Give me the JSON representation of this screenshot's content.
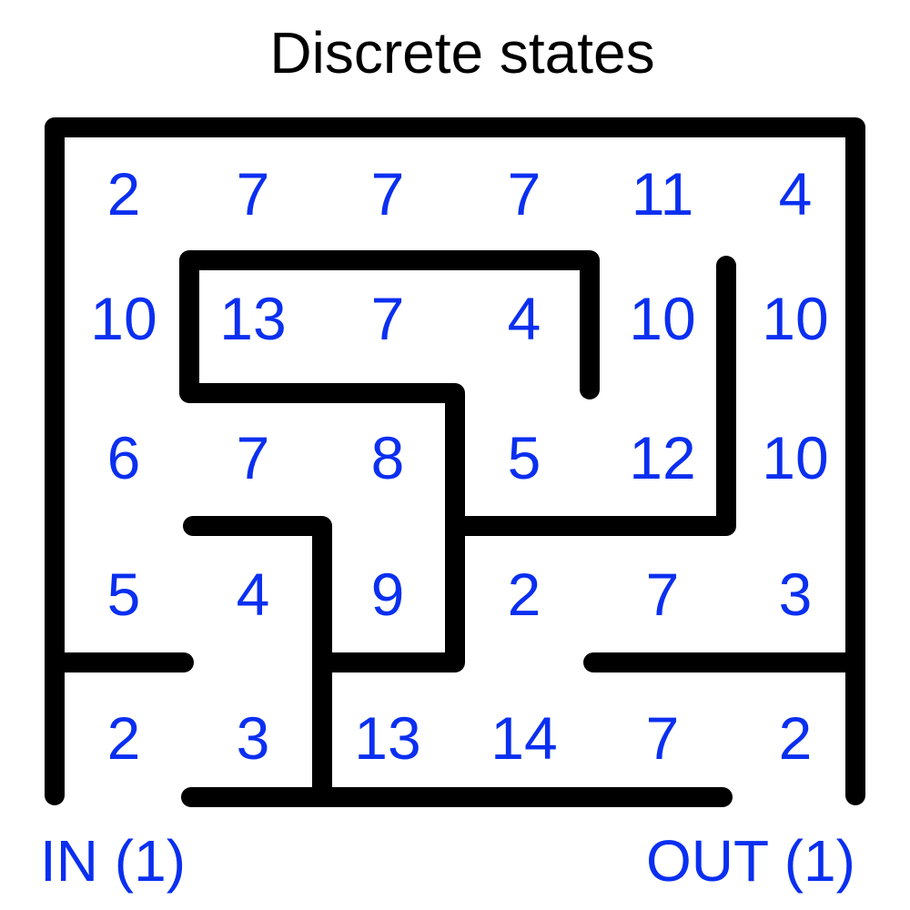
{
  "title": "Discrete states",
  "colors": {
    "title": "#000000",
    "walls": "#000000",
    "labels": "#0a2ff0"
  },
  "grid": {
    "rows": [
      [
        "2",
        "7",
        "7",
        "7",
        "11",
        "4"
      ],
      [
        "10",
        "13",
        "7",
        "4",
        "10",
        "10"
      ],
      [
        "6",
        "7",
        "8",
        "5",
        "12",
        "10"
      ],
      [
        "5",
        "4",
        "9",
        "2",
        "7",
        "3"
      ],
      [
        "2",
        "3",
        "13",
        "14",
        "7",
        "2"
      ]
    ]
  },
  "entry_label": "IN (1)",
  "exit_label": "OUT (1)"
}
